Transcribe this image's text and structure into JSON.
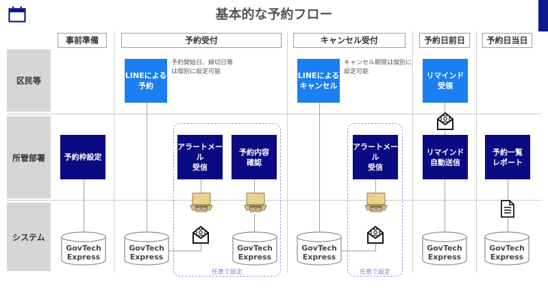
{
  "title": "基本的な予約フロー",
  "columns": [
    "事前準備",
    "予約受付",
    "キャンセル受付",
    "予約日前日",
    "予約日当日"
  ],
  "rows": [
    "区民等",
    "所管部署",
    "システム"
  ],
  "boxes": {
    "line_reservation": "LINEによる\n予約",
    "line_cancel": "LINEによる\nキャンセル",
    "remind_receive": "リマインド\n受領",
    "slot_setting": "予約枠設定",
    "alert_mail_1": "アラートメール\n受信",
    "reservation_check": "予約内容\n確認",
    "alert_mail_2": "アラートメール\n受信",
    "remind_auto_send": "リマインド\n自動送信",
    "report": "予約一覧\nレポート"
  },
  "notes": {
    "reservation_note": "予約開始日、締切日等\nは個別に設定可能",
    "cancel_note": "キャンセル期限は個別に\n設定可能"
  },
  "optional_label": "任意で設定",
  "db_label": "GovTech\nExpress",
  "icons": {
    "calendar": "calendar-icon",
    "mail": "mail-icon",
    "laptop": "laptop-icon",
    "document": "document-icon"
  },
  "colors": {
    "resident_box": "#1a7ff0",
    "department_box": "#0a0a82",
    "accent_bar": "#0d1b8c",
    "optional_border": "#9a9ae8"
  }
}
